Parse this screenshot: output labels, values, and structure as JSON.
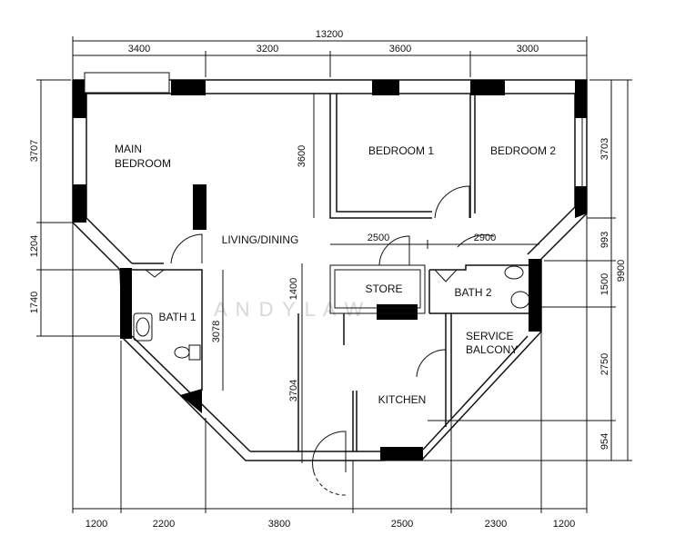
{
  "rooms": {
    "main_bedroom": [
      "MAIN",
      "BEDROOM"
    ],
    "bedroom1": "BEDROOM 1",
    "bedroom2": "BEDROOM 2",
    "living": "LIVING/DINING",
    "bath1": "BATH 1",
    "store": "STORE",
    "bath2": "BATH 2",
    "service_balcony": [
      "SERVICE",
      "BALCONY"
    ],
    "kitchen": "KITCHEN"
  },
  "dims": {
    "top_total": "13200",
    "top": [
      "3400",
      "3200",
      "3600",
      "3000"
    ],
    "bottom": [
      "1200",
      "2200",
      "3800",
      "2500",
      "2300",
      "1200"
    ],
    "left": [
      "3707",
      "1204",
      "1740"
    ],
    "right": [
      "3703",
      "993",
      "1500",
      "2750",
      "954"
    ],
    "right_total": "9900",
    "interior": {
      "bed1_depth": "3600",
      "bath1": "3078",
      "kitchen": "3704",
      "store": "1400",
      "store_w": "2500",
      "bath2_w": "2900"
    }
  },
  "watermark": "A N D Y   L A W"
}
